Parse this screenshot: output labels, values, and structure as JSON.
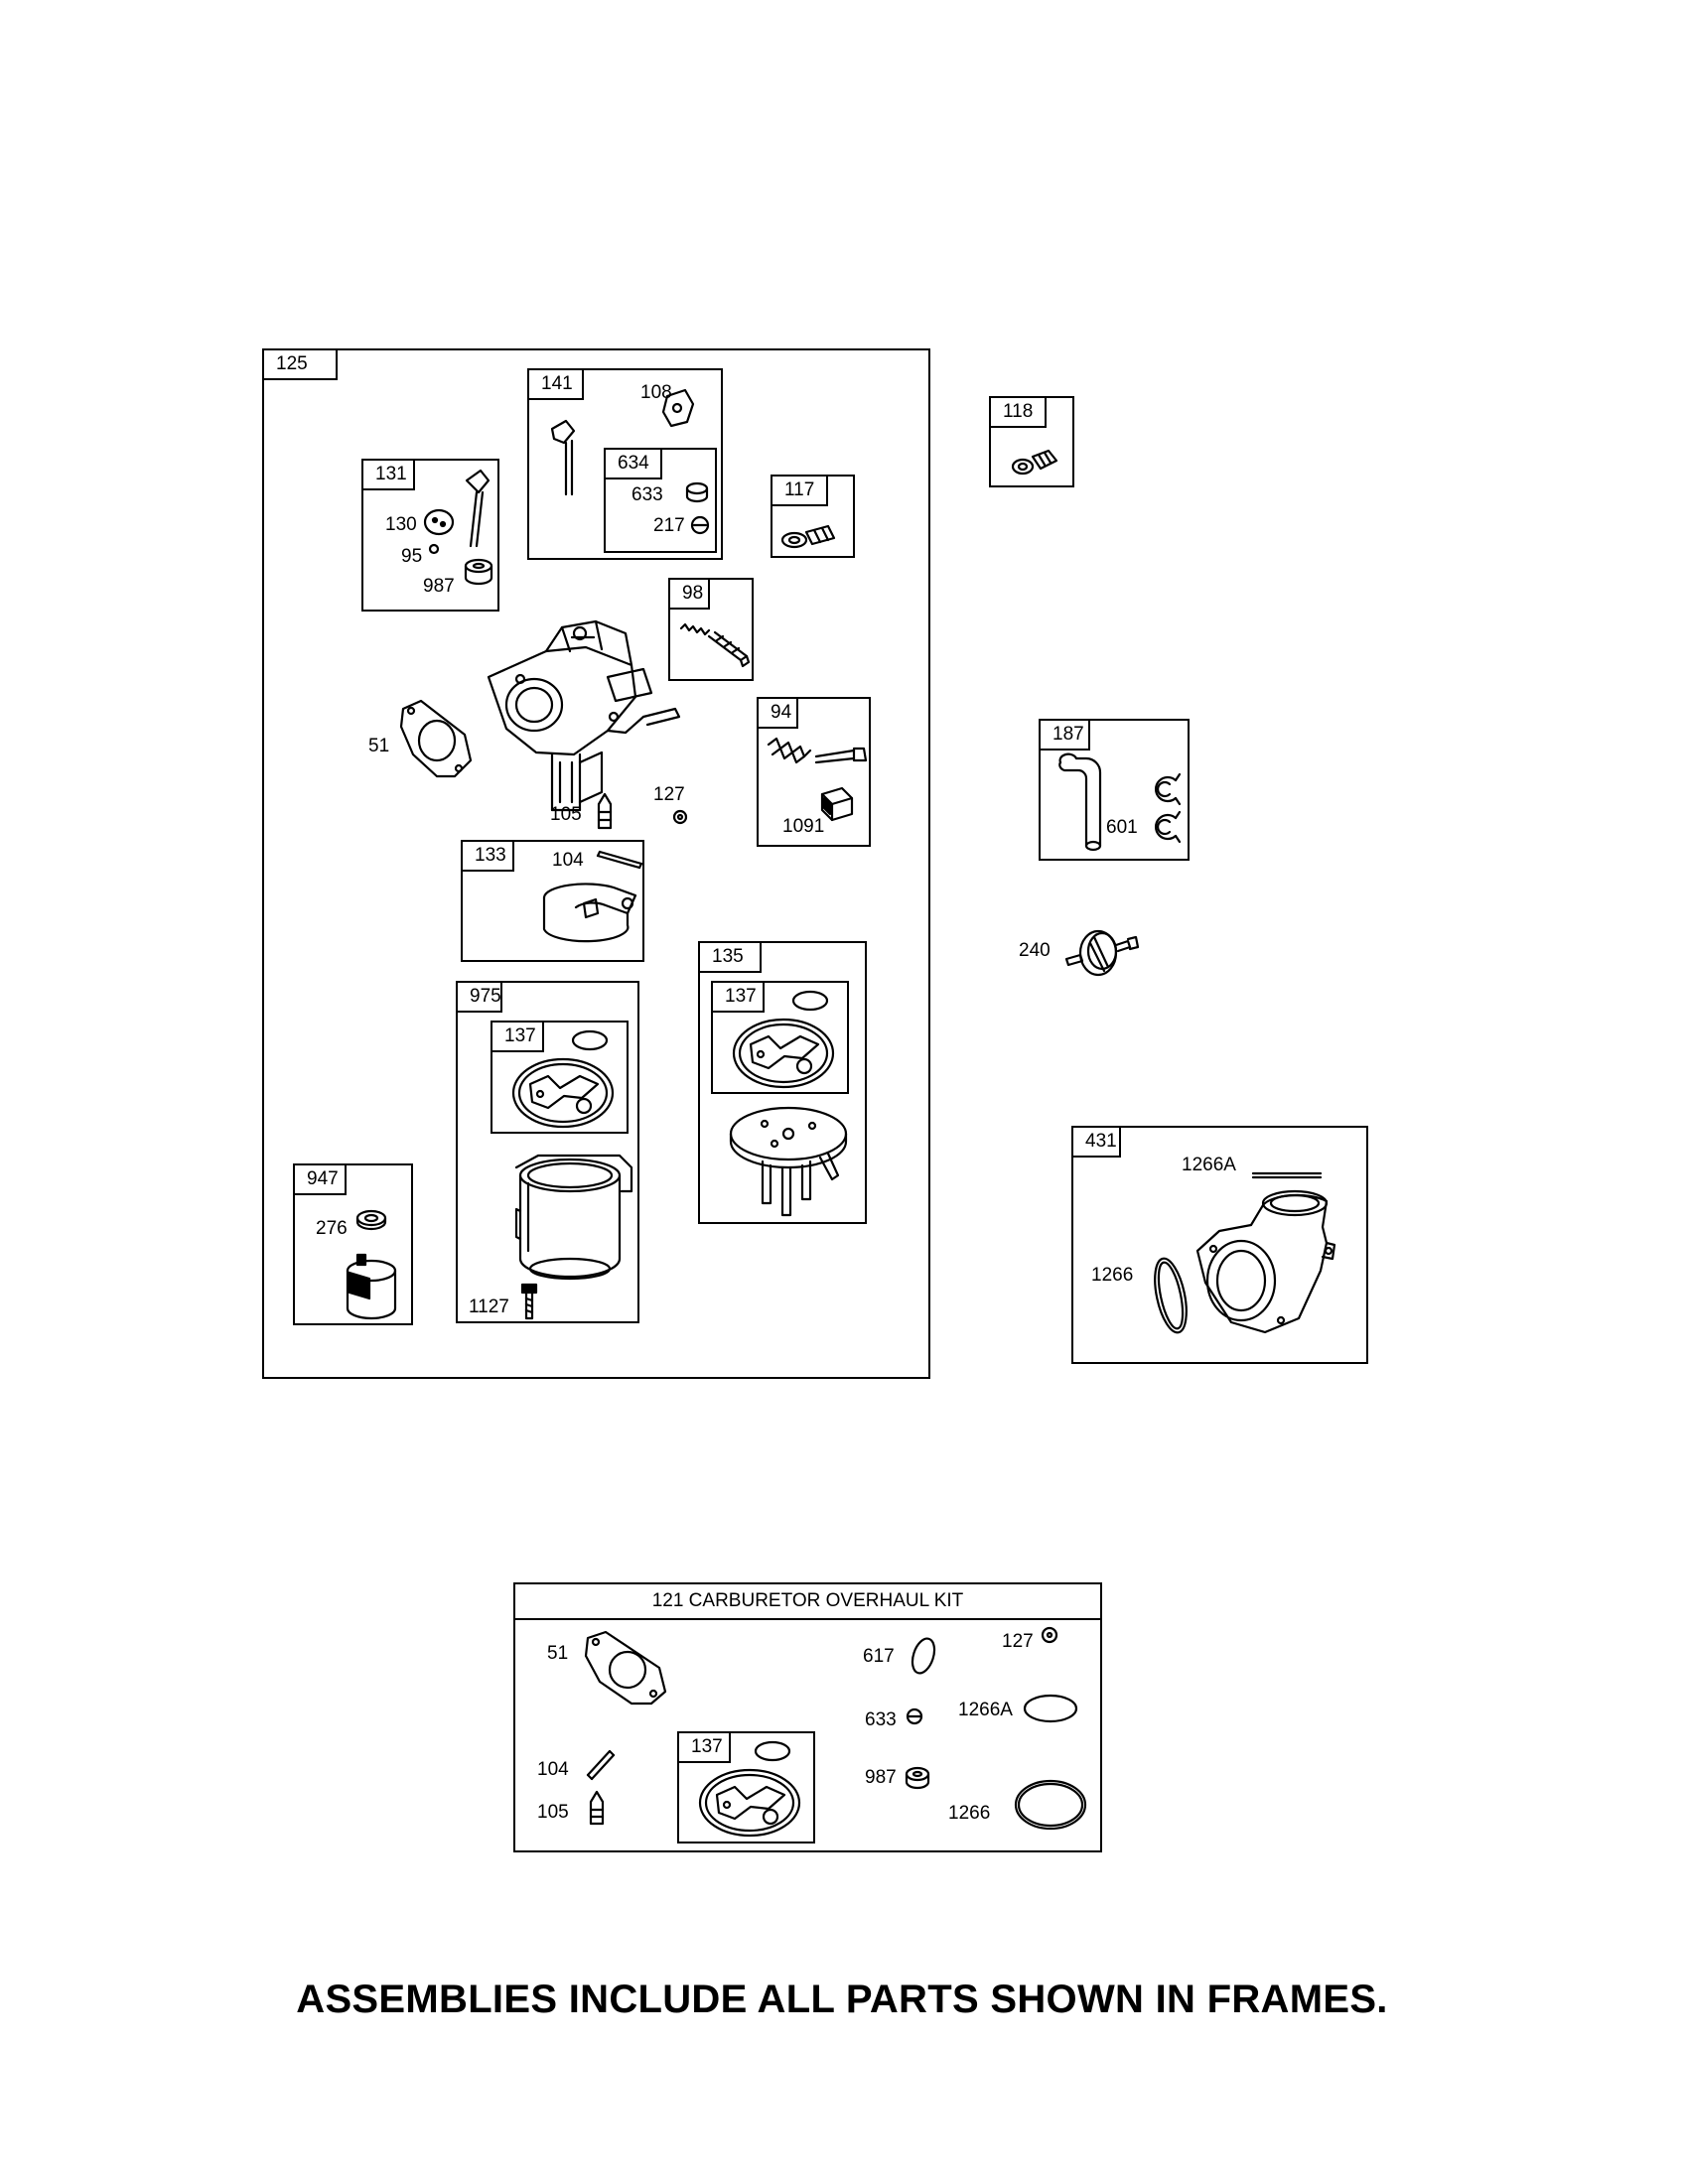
{
  "frames": {
    "f125": "125",
    "f141": "141",
    "f634": "634",
    "f131": "131",
    "f117": "117",
    "f98": "98",
    "f94": "94",
    "f133": "133",
    "f975": "975",
    "f137a": "137",
    "f135": "135",
    "f137b": "137",
    "f947": "947",
    "f118": "118",
    "f187": "187",
    "f431": "431",
    "f137c": "137"
  },
  "labels": {
    "l108": "108",
    "l633": "633",
    "l217": "217",
    "l130": "130",
    "l95": "95",
    "l987": "987",
    "l51": "51",
    "l105": "105",
    "l127": "127",
    "l1091": "1091",
    "l104": "104",
    "l276": "276",
    "l1127": "1127",
    "l601": "601",
    "l240": "240",
    "l1266A": "1266A",
    "l1266": "1266"
  },
  "kit": {
    "title": "121 CARBURETOR OVERHAUL KIT",
    "l51": "51",
    "l104": "104",
    "l105": "105",
    "l617": "617",
    "l633": "633",
    "l987": "987",
    "l127": "127",
    "l1266A": "1266A",
    "l1266": "1266"
  },
  "footer": "ASSEMBLIES INCLUDE ALL PARTS SHOWN IN FRAMES."
}
